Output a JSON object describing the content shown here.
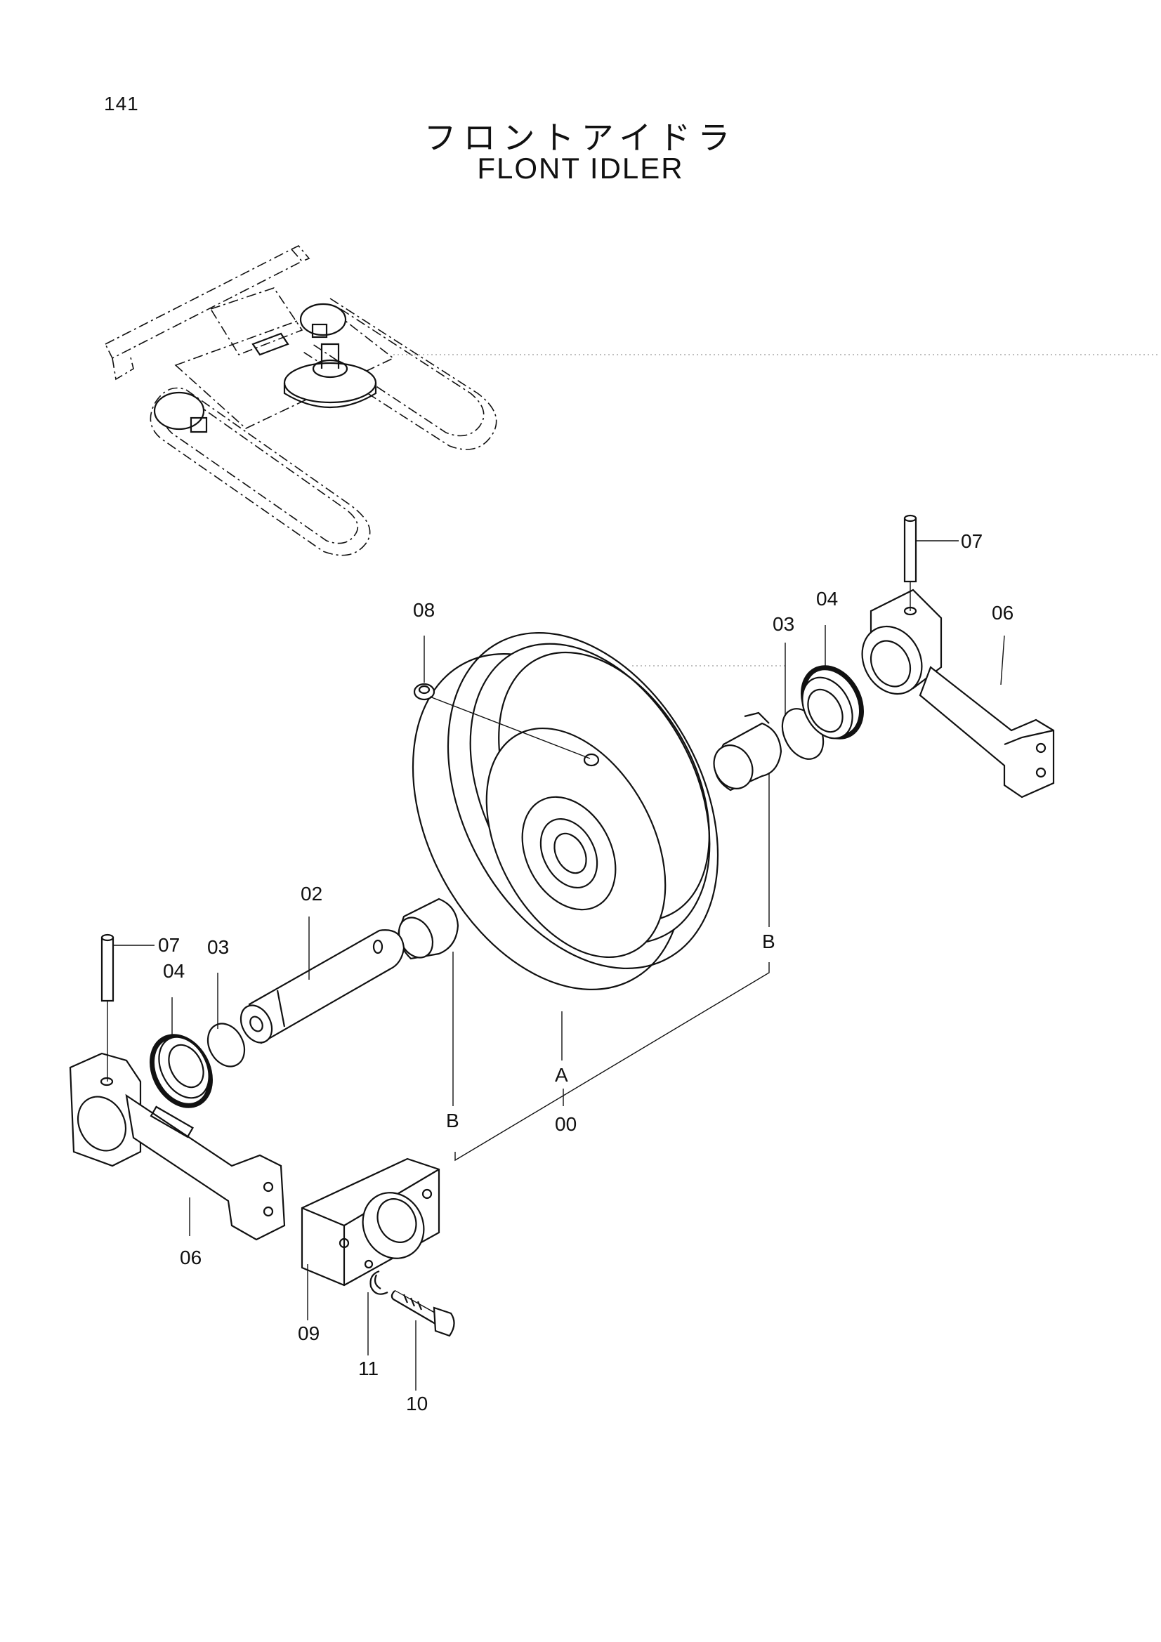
{
  "page": {
    "number": "141"
  },
  "title": {
    "japanese": "フロントアイドラ",
    "english": "FLONT IDLER"
  },
  "callouts": {
    "c00": "00",
    "c02": "02",
    "c03_left": "03",
    "c03_right": "03",
    "c04_left": "04",
    "c04_right": "04",
    "c06_left": "06",
    "c06_right": "06",
    "c07_left": "07",
    "c07_right": "07",
    "c08": "08",
    "c09": "09",
    "c10": "10",
    "c11": "11",
    "ref_a": "A",
    "ref_b_left": "B",
    "ref_b_right": "B"
  }
}
